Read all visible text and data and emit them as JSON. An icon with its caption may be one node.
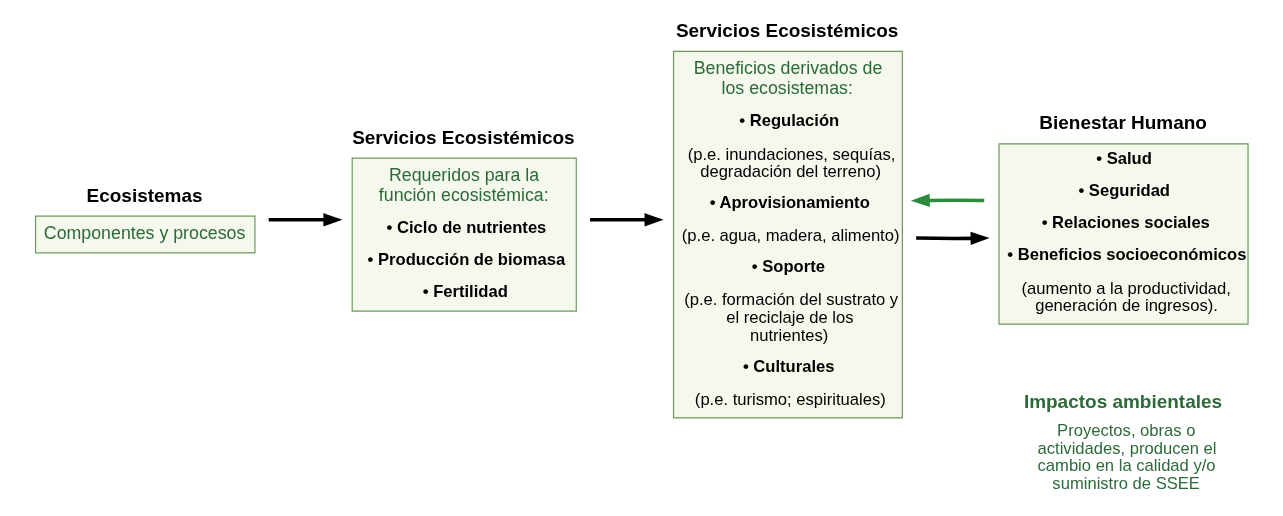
{
  "diagram": {
    "nodes": [
      {
        "text": [
          "Ecosistemas",
          "Componentes y procesos"
        ]
      },
      {
        "text": [
          "Servicios Ecosistémicos",
          "Requeridos para la función ecosistémica:",
          "• Ciclo de nutrientes",
          "• Producción de biomasa",
          "• Fertilidad"
        ]
      },
      {
        "text": [
          "Servicios Ecosistémicos",
          "Beneficios derivados de los ecosistemas:",
          "• Regulación",
          "(p.e. inundaciones, sequías, degradación del terreno)",
          "• Aprovisionamiento",
          "(p.e. agua, madera, alimento)",
          "• Soporte",
          "(p.e. formación del sustrato y el reciclaje de los nutrientes)",
          "• Culturales",
          "(p.e. turismo; espirituales)"
        ]
      },
      {
        "text": [
          "Bienestar Humano",
          "• Salud",
          "• Seguridad",
          "• Relaciones sociales",
          "• Beneficios socioeconómicos",
          "(aumento a la productividad, generación de ingresos)."
        ]
      }
    ],
    "edges": [
      {
        "from": 0,
        "to": 1,
        "arrow": "to"
      },
      {
        "from": 1,
        "to": 2,
        "arrow": "to"
      },
      {
        "from": 2,
        "to": 3,
        "arrow": "to"
      },
      {
        "from": 3,
        "to": 2,
        "arrow": "to",
        "color": "#2e8b3e"
      }
    ],
    "labels": [
      "Impactos ambientales",
      "Proyectos, obras o actividades, producen el cambio en la calidad y/o suministro de SSEE"
    ]
  }
}
